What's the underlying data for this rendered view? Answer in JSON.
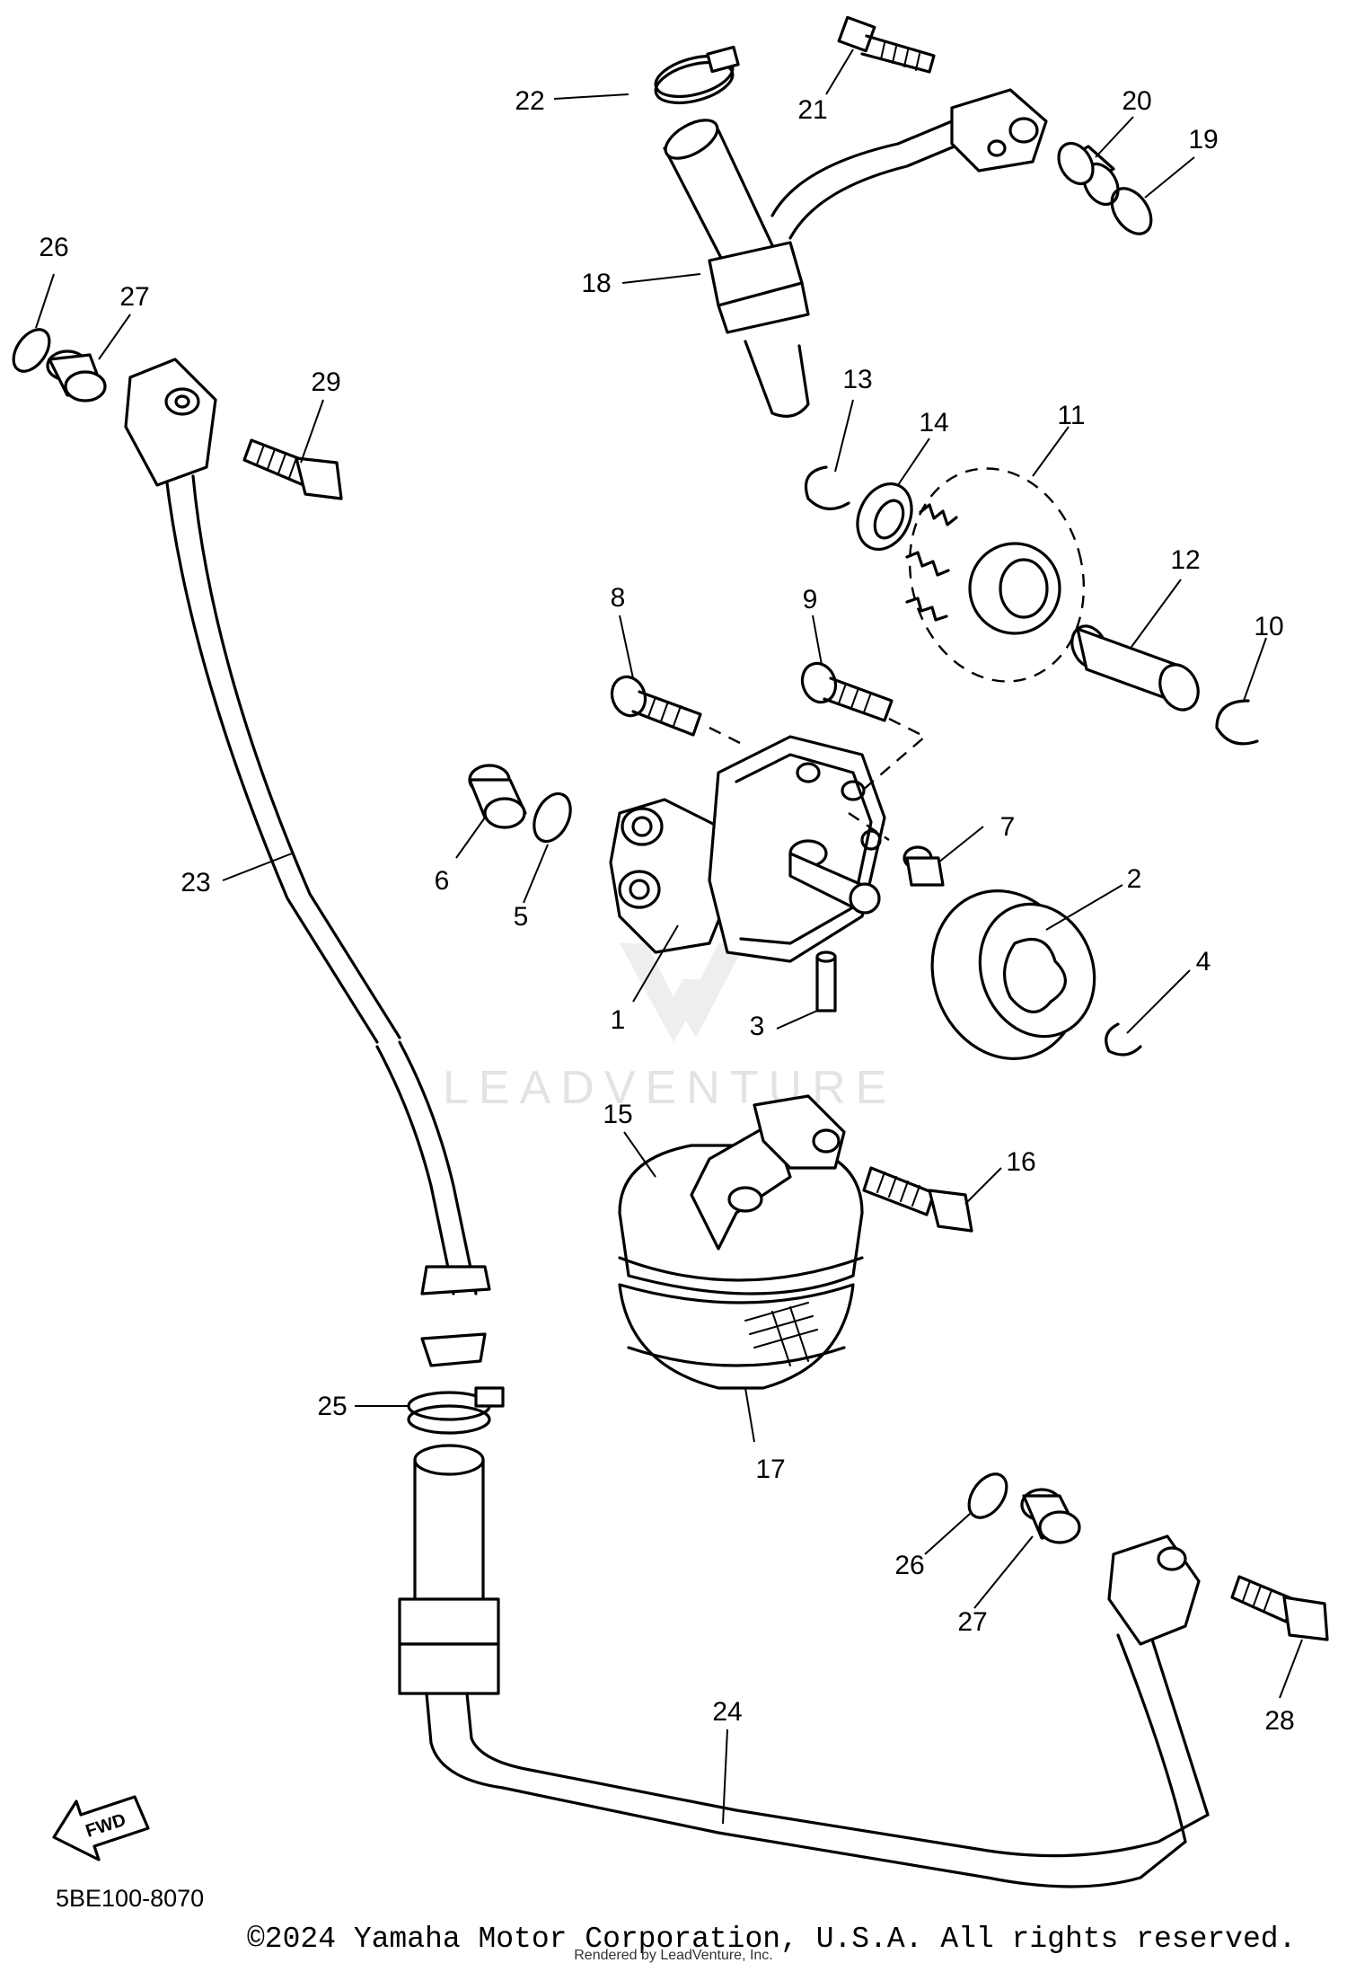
{
  "diagram": {
    "code": "5BE100-8070",
    "copyright": "©2024 Yamaha Motor Corporation, U.S.A. All rights reserved.",
    "rendered_by": "Rendered by LeadVenture, Inc.",
    "watermark": "LEADVENTURE",
    "fwd_label": "FWD",
    "callouts": [
      {
        "id": "c1",
        "label": "1"
      },
      {
        "id": "c2",
        "label": "2"
      },
      {
        "id": "c3",
        "label": "3"
      },
      {
        "id": "c4",
        "label": "4"
      },
      {
        "id": "c5",
        "label": "5"
      },
      {
        "id": "c6",
        "label": "6"
      },
      {
        "id": "c7",
        "label": "7"
      },
      {
        "id": "c8",
        "label": "8"
      },
      {
        "id": "c9",
        "label": "9"
      },
      {
        "id": "c10",
        "label": "10"
      },
      {
        "id": "c11",
        "label": "11"
      },
      {
        "id": "c12",
        "label": "12"
      },
      {
        "id": "c13",
        "label": "13"
      },
      {
        "id": "c14",
        "label": "14"
      },
      {
        "id": "c15",
        "label": "15"
      },
      {
        "id": "c16",
        "label": "16"
      },
      {
        "id": "c17",
        "label": "17"
      },
      {
        "id": "c18",
        "label": "18"
      },
      {
        "id": "c19",
        "label": "19"
      },
      {
        "id": "c20",
        "label": "20"
      },
      {
        "id": "c21",
        "label": "21"
      },
      {
        "id": "c22",
        "label": "22"
      },
      {
        "id": "c23",
        "label": "23"
      },
      {
        "id": "c24",
        "label": "24"
      },
      {
        "id": "c25",
        "label": "25"
      },
      {
        "id": "c26a",
        "label": "26"
      },
      {
        "id": "c26b",
        "label": "26"
      },
      {
        "id": "c27a",
        "label": "27"
      },
      {
        "id": "c27b",
        "label": "27"
      },
      {
        "id": "c28",
        "label": "28"
      },
      {
        "id": "c29",
        "label": "29"
      }
    ]
  }
}
